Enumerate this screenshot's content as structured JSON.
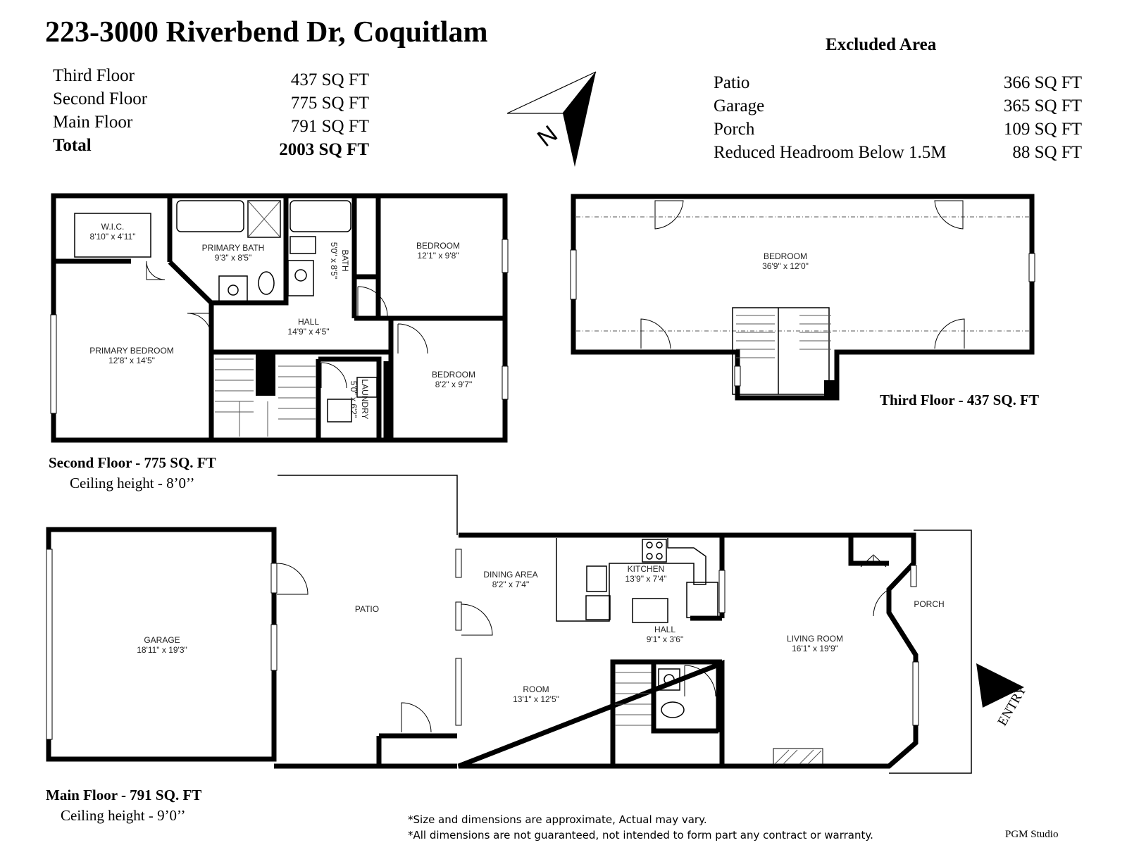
{
  "header": {
    "title": "223-3000 Riverbend Dr, Coquitlam"
  },
  "floor_summary": [
    {
      "label": "Third Floor",
      "area": "437 SQ FT"
    },
    {
      "label": "Second Floor",
      "area": "775 SQ FT"
    },
    {
      "label": "Main Floor",
      "area": "791 SQ FT"
    },
    {
      "label": "Total",
      "area": "2003 SQ FT"
    }
  ],
  "excluded": {
    "heading": "Excluded Area",
    "items": [
      {
        "label": "Patio",
        "area": "366 SQ FT"
      },
      {
        "label": "Garage",
        "area": "365 SQ FT"
      },
      {
        "label": "Porch",
        "area": "109 SQ FT"
      },
      {
        "label": "Reduced Headroom Below 1.5M",
        "area": "88 SQ FT"
      }
    ]
  },
  "compass_label": "N",
  "entry_label": "ENTRY",
  "second_floor": {
    "caption": "Second Floor - 775 SQ. FT",
    "ceiling": "Ceiling height - 8’0’’",
    "rooms": {
      "wic": {
        "name": "W.I.C.",
        "dim": "8'10\" x 4'11\""
      },
      "primary_bath": {
        "name": "PRIMARY BATH",
        "dim": "9'3\" x 8'5\""
      },
      "bath": {
        "name": "BATH",
        "dim": "5'0\" x 8'5\""
      },
      "bedroom1": {
        "name": "BEDROOM",
        "dim": "12'1\" x 9'8\""
      },
      "primary_bedroom": {
        "name": "PRIMARY BEDROOM",
        "dim": "12'8\" x 14'5\""
      },
      "hall": {
        "name": "HALL",
        "dim": "14'9\" x 4'5\""
      },
      "laundry": {
        "name": "LAUNDRY",
        "dim": "5'0\" x 6'2\""
      },
      "bedroom2": {
        "name": "BEDROOM",
        "dim": "8'2\" x 9'7\""
      }
    }
  },
  "third_floor": {
    "caption": "Third Floor - 437 SQ. FT",
    "rooms": {
      "bedroom": {
        "name": "BEDROOM",
        "dim": "36'9\" x 12'0\""
      }
    }
  },
  "main_floor": {
    "caption": "Main Floor - 791 SQ. FT",
    "ceiling": "Ceiling height - 9’0’’",
    "rooms": {
      "garage": {
        "name": "GARAGE",
        "dim": "18'11\" x 19'3\""
      },
      "patio": {
        "name": "PATIO"
      },
      "dining": {
        "name": "DINING AREA",
        "dim": "8'2\" x 7'4\""
      },
      "kitchen": {
        "name": "KITCHEN",
        "dim": "13'9\" x 7'4\""
      },
      "hall": {
        "name": "HALL",
        "dim": "9'1\" x 3'6\""
      },
      "room": {
        "name": "ROOM",
        "dim": "13'1\" x 12'5\""
      },
      "living": {
        "name": "LIVING ROOM",
        "dim": "16'1\" x 19'9\""
      },
      "porch": {
        "name": "PORCH"
      }
    }
  },
  "footer": {
    "note1": "*Size and dimensions are approximate, Actual may vary.",
    "note2": "*All dimensions are not guaranteed, not intended to form part any contract or warranty.",
    "studio": "PGM Studio"
  }
}
